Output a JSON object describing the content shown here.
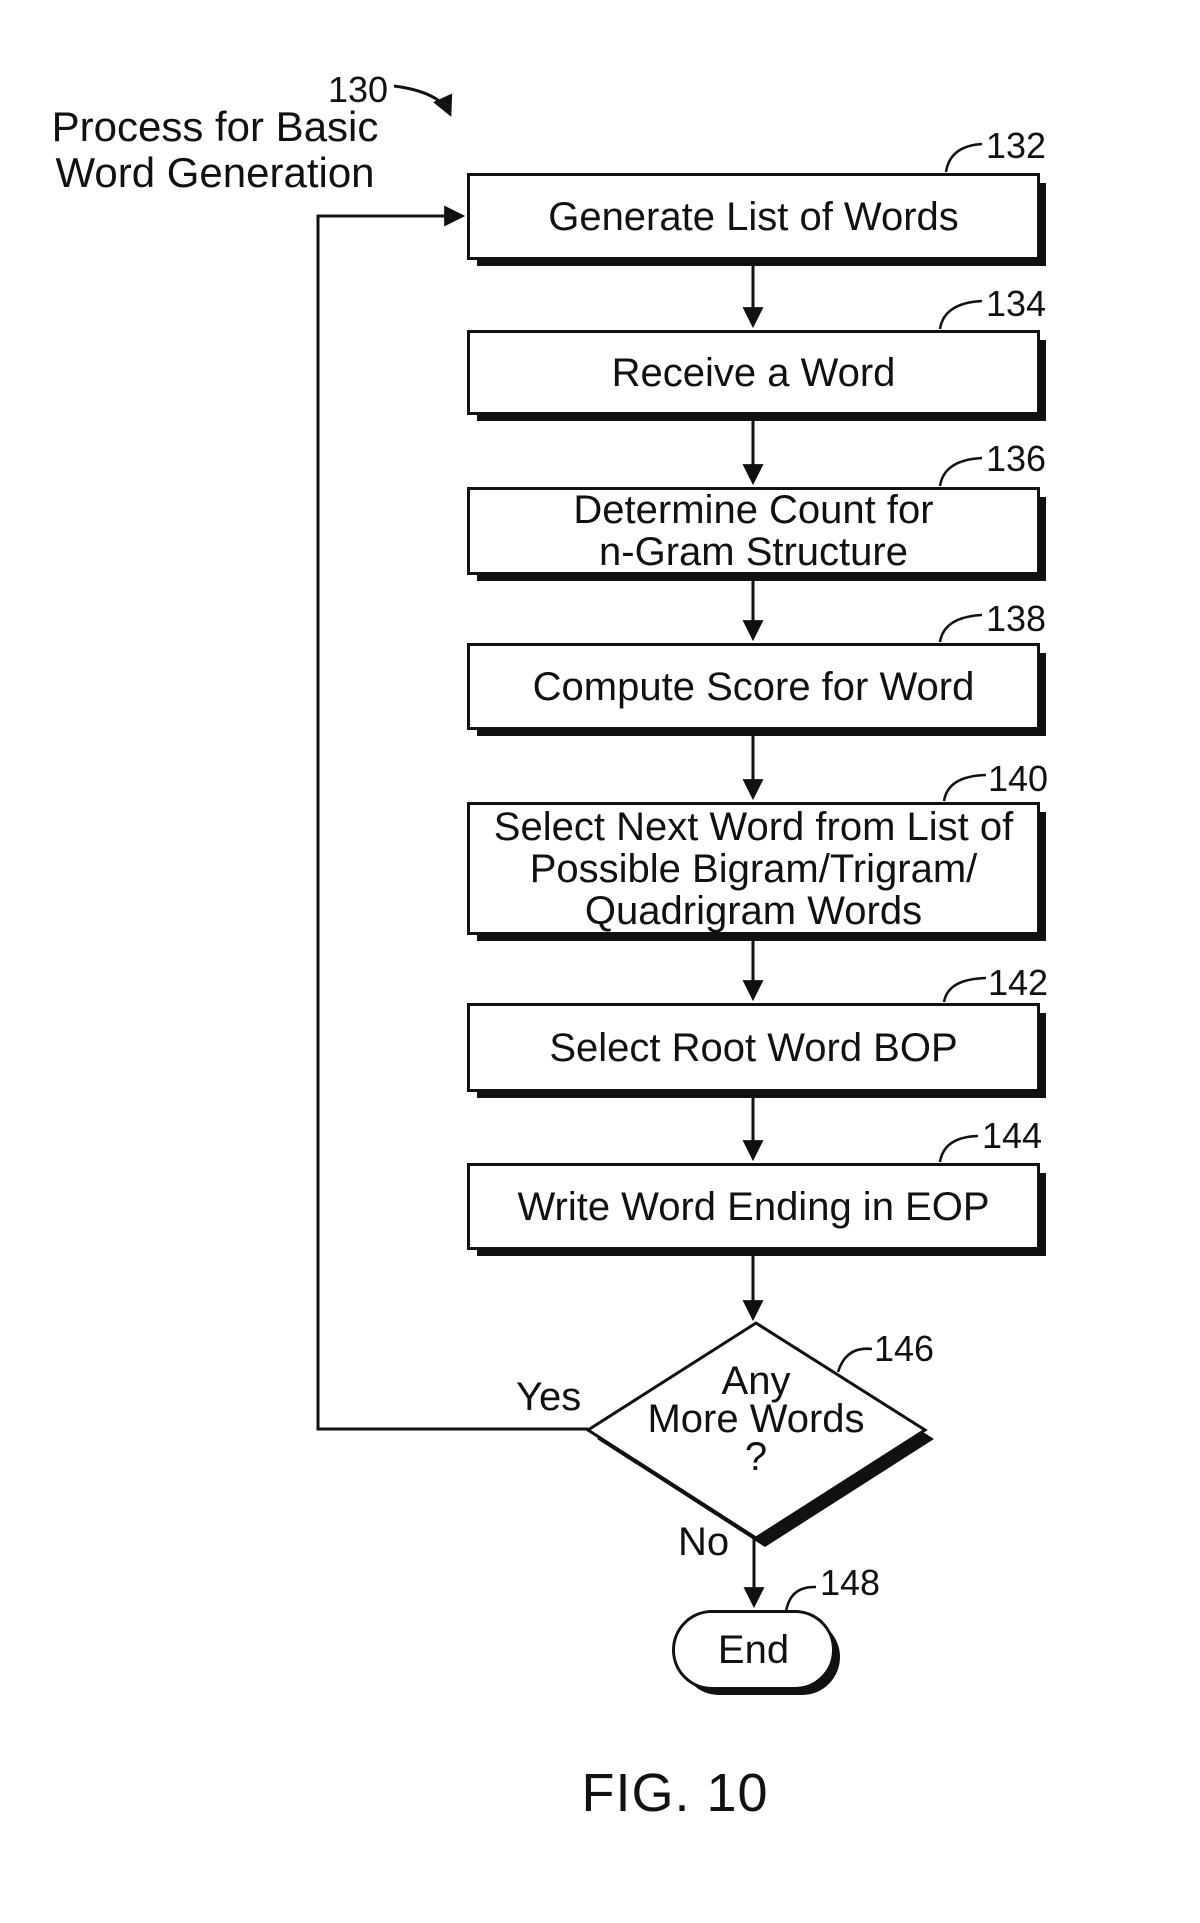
{
  "colors": {
    "ink": "#111111",
    "background": "#ffffff"
  },
  "figure": {
    "ref": "130",
    "title_line1": "Process for Basic",
    "title_line2": "Word Generation",
    "caption": "FIG. 10"
  },
  "steps": [
    {
      "ref": "132",
      "text": "Generate List of Words"
    },
    {
      "ref": "134",
      "text": "Receive a Word"
    },
    {
      "ref": "136",
      "line1": "Determine Count for",
      "line2": "n-Gram Structure"
    },
    {
      "ref": "138",
      "text": "Compute Score for Word"
    },
    {
      "ref": "140",
      "line1": "Select Next Word from List of",
      "line2": "Possible Bigram/Trigram/",
      "line3": "Quadrigram Words"
    },
    {
      "ref": "142",
      "text": "Select Root Word BOP"
    },
    {
      "ref": "144",
      "text": "Write Word Ending in EOP"
    }
  ],
  "decision": {
    "ref": "146",
    "line1": "Any",
    "line2": "More Words",
    "line3": "?",
    "yes_label": "Yes",
    "no_label": "No"
  },
  "terminal": {
    "ref": "148",
    "text": "End"
  }
}
